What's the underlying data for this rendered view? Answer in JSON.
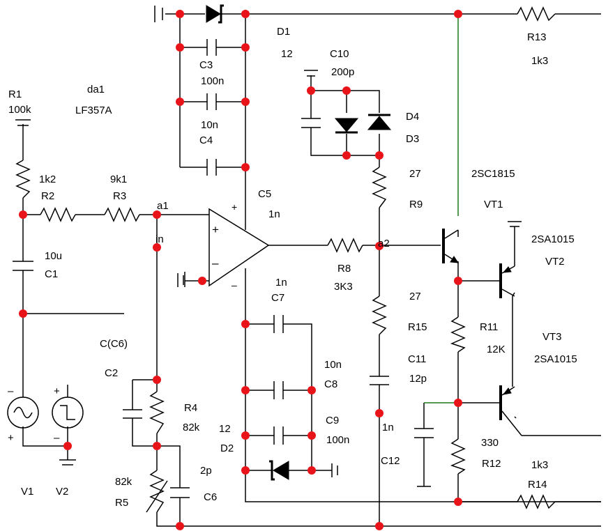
{
  "labels": {
    "d1": "D1",
    "d1_value": "12",
    "c3": "C3",
    "c3_value": "100n",
    "c4_value": "10n",
    "c4": "C4",
    "c10": "C10",
    "c10_value": "200p",
    "d4": "D4",
    "d3": "D3",
    "r1": "R1",
    "r1_value": "100k",
    "da1": "da1",
    "da1_part": "LF357A",
    "r2_value": "1k2",
    "r2": "R2",
    "r3_value": "9k1",
    "r3": "R3",
    "node_a1": "a1",
    "node_in": "in",
    "c5": "C5",
    "c5_value": "1n",
    "r9_value": "27",
    "r9": "R9",
    "vt1_part": "2SC1815",
    "vt1": "VT1",
    "vt2_part": "2SA1015",
    "vt2": "VT2",
    "r13": "R13",
    "r13_value": "1k3",
    "node_a2": "a2",
    "r8": "R8",
    "r8_value": "3K3",
    "c7_value": "1n",
    "c7": "C7",
    "c1_value": "10u",
    "c1": "C1",
    "r15_value": "27",
    "r15": "R15",
    "r11": "R11",
    "r11_value": "12K",
    "vt3": "VT3",
    "vt3_part": "2SA1015",
    "c6_alt": "C(C6)",
    "c2": "C2",
    "c8_value": "10n",
    "c8": "C8",
    "c11": "C11",
    "c11_value": "12p",
    "r4": "R4",
    "r4_value": "82k",
    "d2_value": "12",
    "d2": "D2",
    "c9": "C9",
    "c9_value": "100n",
    "c12_value": "1n",
    "c12": "C12",
    "r12_value": "330",
    "r12": "R12",
    "r14_value": "1k3",
    "r14": "R14",
    "c6_value": "2p",
    "c6": "C6",
    "r5_value": "82k",
    "r5": "R5",
    "v1": "V1",
    "v2": "V2",
    "plus": "+",
    "minus": "–"
  }
}
